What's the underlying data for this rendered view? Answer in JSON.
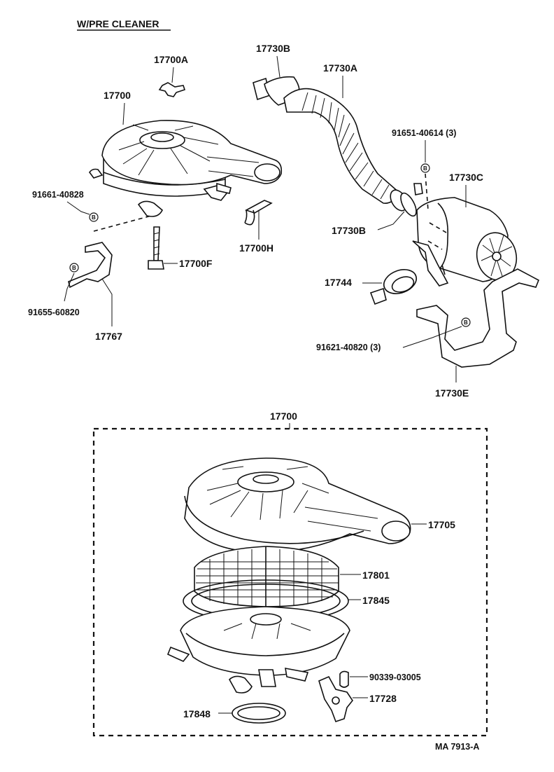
{
  "title": "W/PRE CLEANER",
  "drawing_code": "MA 7913-A",
  "upper_labels": {
    "l17700A": "17700A",
    "l17700": "17700",
    "l17730B_top": "17730B",
    "l17730A": "17730A",
    "l91651": "91651-40614 (3)",
    "l17730C": "17730C",
    "l91661": "91661-40828",
    "l17730B_bottom": "17730B",
    "l17700H": "17700H",
    "l17700F": "17700F",
    "l17744": "17744",
    "l91655": "91655-60820",
    "l91621": "91621-40820 (3)",
    "l17767": "17767",
    "l17730E": "17730E"
  },
  "assembly_labels": {
    "l17700": "17700",
    "l17705": "17705",
    "l17801": "17801",
    "l17845": "17845",
    "l90339": "90339-03005",
    "l17728": "17728",
    "l17848": "17848"
  },
  "bolt_mark_letter": "B"
}
